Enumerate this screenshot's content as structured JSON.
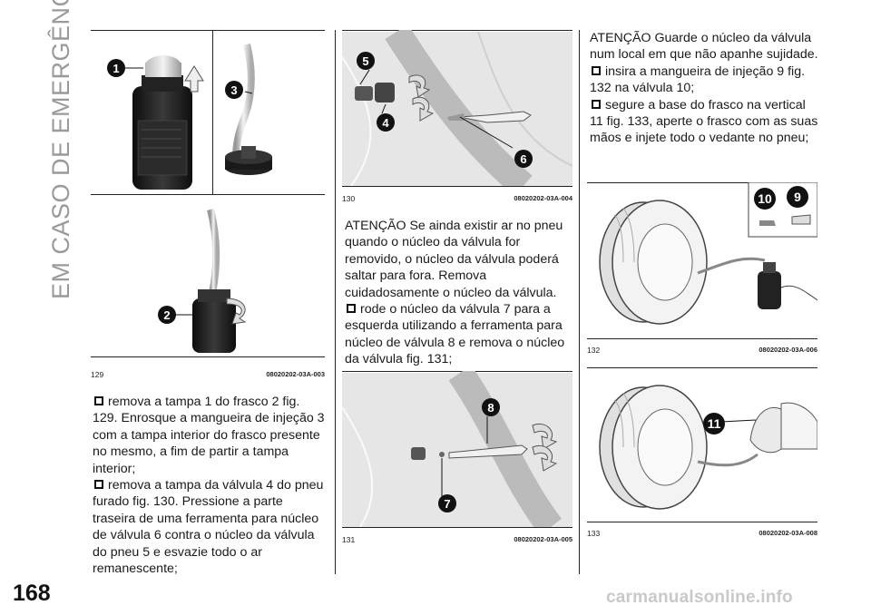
{
  "section_title": "EM CASO DE EMERGÊNCIA",
  "page_number": "168",
  "figures": {
    "f129": {
      "num": "129",
      "code": "08020202-03A-003",
      "labels": [
        "1",
        "3",
        "2"
      ]
    },
    "f130": {
      "num": "130",
      "code": "08020202-03A-004",
      "labels": [
        "5",
        "4",
        "6"
      ]
    },
    "f131": {
      "num": "131",
      "code": "08020202-03A-005",
      "labels": [
        "8",
        "7"
      ]
    },
    "f132": {
      "num": "132",
      "code": "08020202-03A-006",
      "labels": [
        "10",
        "9"
      ]
    },
    "f133": {
      "num": "133",
      "code": "08020202-03A-008",
      "labels": [
        "11"
      ]
    }
  },
  "col1": {
    "p1": "remova a tampa 1 do frasco 2 fig. 129. Enrosque a mangueira de injeção 3 com a tampa interior do frasco presente no mesmo, a fim de partir a tampa interior;",
    "p2": "remova a tampa da válvula 4 do pneu furado fig. 130. Pressione a parte traseira de uma ferramenta para núcleo de válvula 6 contra o núcleo da válvula do pneu 5 e esvazie todo o ar remanescente;"
  },
  "col2": {
    "p1": "ATENÇÃO Se ainda existir ar no pneu quando o núcleo da válvula for removido, o núcleo da válvula poderá saltar para fora. Remova cuidadosamente o núcleo da válvula.",
    "p2": "rode o núcleo da válvula 7 para a esquerda utilizando a ferramenta para núcleo de válvula 8 e remova o núcleo da válvula fig. 131;"
  },
  "col3": {
    "p1": "ATENÇÃO Guarde o núcleo da válvula num local em que não apanhe sujidade.",
    "p2": "insira a mangueira de injeção 9 fig. 132 na válvula 10;",
    "p3": "segure a base do frasco na vertical 11 fig. 133, aperte o frasco com as suas mãos e injete todo o vedante no pneu;"
  },
  "footer_watermark": "carmanualsonline.info"
}
